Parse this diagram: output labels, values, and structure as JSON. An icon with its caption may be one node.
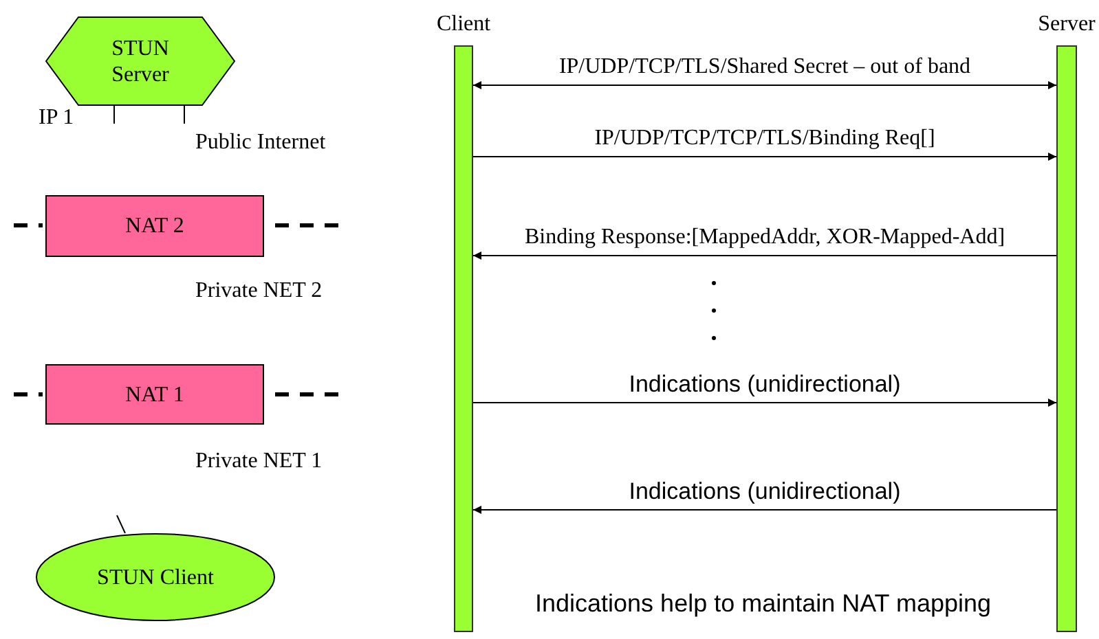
{
  "diagram": {
    "nodes": [
      {
        "text": [
          "STUN Server"
        ]
      },
      {
        "text": [
          "NAT 2"
        ]
      },
      {
        "text": [
          "NAT 1"
        ]
      },
      {
        "text": [
          "STUN Client"
        ]
      },
      {
        "text": [
          "Client"
        ]
      },
      {
        "text": [
          "Server"
        ]
      }
    ],
    "edges": [
      {
        "from": 4,
        "to": 5,
        "arrow": "both",
        "label": "IP/UDP/TCP/TLS/Shared Secret – out of band"
      },
      {
        "from": 4,
        "to": 5,
        "arrow": "to",
        "label": "IP/UDP/TCP/TCP/TLS/Binding Req[]"
      },
      {
        "from": 5,
        "to": 4,
        "arrow": "to",
        "label": "Binding Response:[MappedAddr, XOR-Mapped-Add]"
      },
      {
        "from": 4,
        "to": 5,
        "arrow": "to",
        "label": "Indications (unidirectional)"
      },
      {
        "from": 5,
        "to": 4,
        "arrow": "to",
        "label": "Indications (unidirectional)"
      }
    ],
    "labels": [
      "IP 1",
      "Public Internet",
      "Private NET 2",
      "Private NET 1",
      "Indications help to maintain NAT mapping"
    ]
  }
}
